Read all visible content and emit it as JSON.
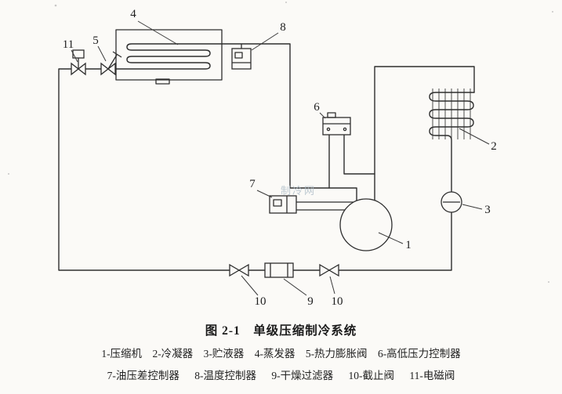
{
  "figure": {
    "caption": "图 2-1　单级压缩制冷系统",
    "watermark": "制冷网"
  },
  "colors": {
    "ink": "#2e2e2e",
    "page_background": "#fbfaf7",
    "watermark": "#aebdc8"
  },
  "callouts": {
    "compressor": "1",
    "condenser": "2",
    "receiver": "3",
    "evaporator": "4",
    "expansion_valve": "5",
    "hl_pressure_controller": "6",
    "oil_pressure_controller": "7",
    "temperature_controller": "8",
    "drier_filter": "9",
    "stop_valve_left": "10",
    "stop_valve_right": "10",
    "solenoid_valve": "11"
  },
  "legend": {
    "row1": [
      {
        "text": "1-压缩机"
      },
      {
        "text": "2-冷凝器"
      },
      {
        "text": "3-贮液器"
      },
      {
        "text": "4-蒸发器"
      },
      {
        "text": "5-热力膨胀阀"
      },
      {
        "text": "6-高低压力控制器"
      }
    ],
    "row2": [
      {
        "text": "7-油压差控制器"
      },
      {
        "text": "8-温度控制器"
      },
      {
        "text": "9-干燥过滤器"
      },
      {
        "text": "10-截止阀"
      },
      {
        "text": "11-电磁阀"
      }
    ]
  }
}
